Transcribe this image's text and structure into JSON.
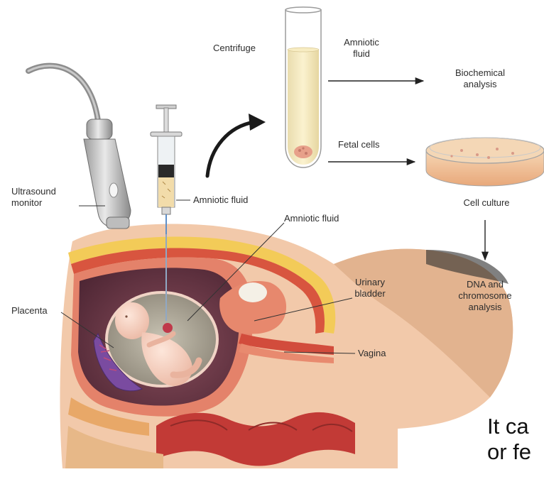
{
  "labels": {
    "centrifuge": "Centrifuge",
    "amniotic_fluid_top_line1": "Amniotic",
    "amniotic_fluid_top_line2": "fluid",
    "biochemical_line1": "Biochemical",
    "biochemical_line2": "analysis",
    "fetal_cells": "Fetal cells",
    "cell_culture": "Cell culture",
    "dna_line1": "DNA and",
    "dna_line2": "chromosome",
    "dna_line3": "analysis",
    "ultrasound_line1": "Ultrasound",
    "ultrasound_line2": "monitor",
    "amniotic_fluid_syringe": "Amniotic fluid",
    "amniotic_fluid_uterus": "Amniotic fluid",
    "placenta": "Placenta",
    "urinary_line1": "Urinary",
    "urinary_line2": "bladder",
    "vagina": "Vagina"
  },
  "caption": {
    "line1": "It ca",
    "line2": "or fe"
  },
  "colors": {
    "skin": "#f2c7a6",
    "fat": "#f6cf5a",
    "muscle": "#d84a3a",
    "uterus_wall": "#e88a70",
    "amniotic_cavity": "#6b3a4a",
    "fetus": "#f4cfc0",
    "placenta": "#7a4ba0",
    "tube_fluid": "#f6e7b4",
    "culture": "#f2c39a"
  }
}
